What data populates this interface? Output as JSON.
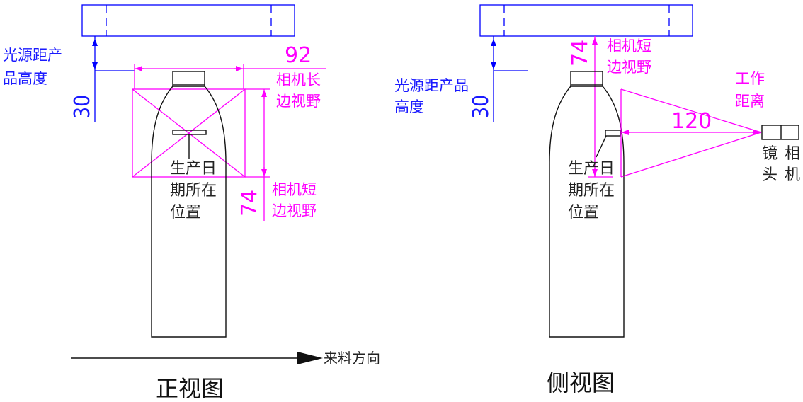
{
  "colors": {
    "blue": "#0000ff",
    "magenta": "#ff00ff",
    "black": "#111111"
  },
  "front_view": {
    "title": "正视图",
    "light_distance_label": [
      "光源距产",
      "品高度"
    ],
    "dim_height": "30",
    "dim_width": "92",
    "camera_long_fov_label": [
      "相机长",
      "边视野"
    ],
    "camera_short_fov_label": [
      "相机短",
      "边视野"
    ],
    "dim_short": "74",
    "date_position_label": [
      "生产日",
      "期所在",
      "位置"
    ]
  },
  "side_view": {
    "title": "侧视图",
    "light_distance_label": [
      "光源距产品",
      "高度"
    ],
    "dim_height": "30",
    "dim_short": "74",
    "camera_short_fov_label": [
      "相机短",
      "边视野"
    ],
    "working_distance_label": [
      "工作",
      "距离"
    ],
    "dim_working": "120",
    "date_position_label": [
      "生产日",
      "期所在",
      "位置"
    ],
    "lens_label": [
      "镜",
      "头"
    ],
    "camera_label": [
      "相",
      "机"
    ]
  },
  "feed_direction": "来料方向"
}
